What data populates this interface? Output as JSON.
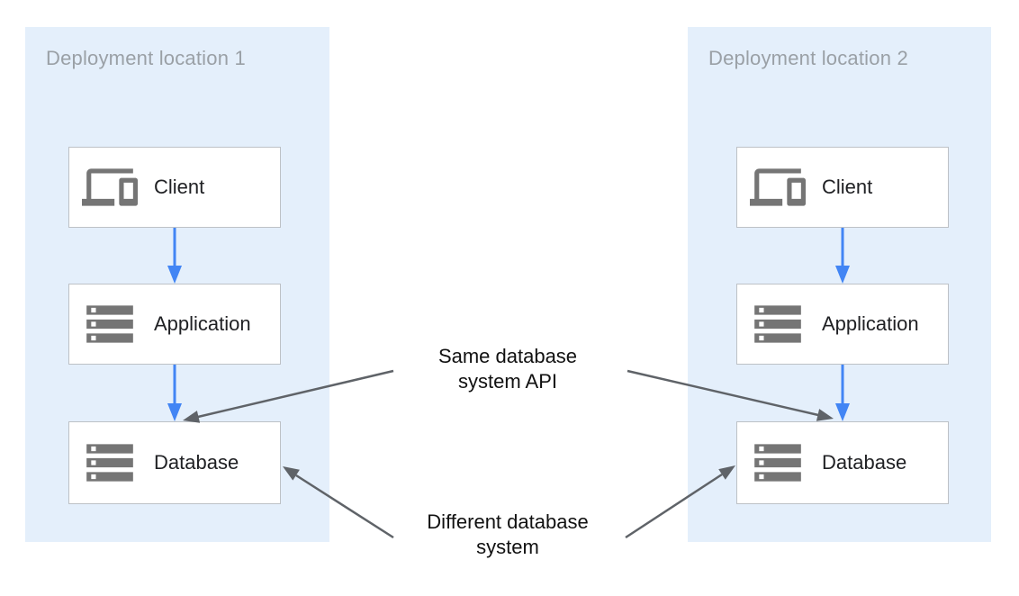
{
  "colors": {
    "panel_bg": "#e4effb",
    "flow_arrow": "#4285f4",
    "annotation_arrow": "#5f6368",
    "box_border": "#bdc1c6",
    "box_bg": "#ffffff",
    "title_text": "#9aa0a6",
    "node_text": "#202124",
    "icon_color": "#757575",
    "annotation_text": "#111111"
  },
  "panels": [
    {
      "title": "Deployment location 1",
      "nodes": [
        {
          "label": "Client",
          "icon": "devices-icon"
        },
        {
          "label": "Application",
          "icon": "storage-icon"
        },
        {
          "label": "Database",
          "icon": "storage-icon"
        }
      ]
    },
    {
      "title": "Deployment location 2",
      "nodes": [
        {
          "label": "Client",
          "icon": "devices-icon"
        },
        {
          "label": "Application",
          "icon": "storage-icon"
        },
        {
          "label": "Database",
          "icon": "storage-icon"
        }
      ]
    }
  ],
  "annotations": {
    "same": {
      "line1": "Same database",
      "line2": "system API"
    },
    "different": {
      "line1": "Different database",
      "line2": "system"
    }
  }
}
